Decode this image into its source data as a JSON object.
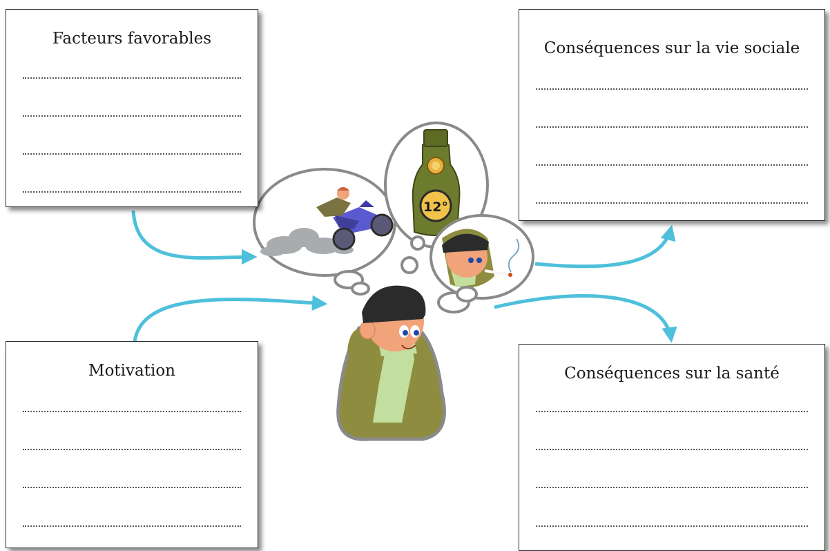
{
  "boxes": {
    "facteurs": {
      "title": "Facteurs favorables",
      "dotted_lines": 4
    },
    "motivation": {
      "title": "Motivation",
      "dotted_lines": 4
    },
    "vie_sociale": {
      "title": "Conséquences sur la vie sociale",
      "dotted_lines": 4
    },
    "sante": {
      "title": "Conséquences sur la santé",
      "dotted_lines": 4
    }
  },
  "bottle_label": "12°",
  "colors": {
    "arrow": "#4ec0dc",
    "coat": "#8e8c3e",
    "scarf": "#c3dfa0",
    "hat": "#2b2b2b",
    "skin": "#f1a37a",
    "bubble_border": "#8a8a8a",
    "bottle": "#6c7b2e"
  }
}
